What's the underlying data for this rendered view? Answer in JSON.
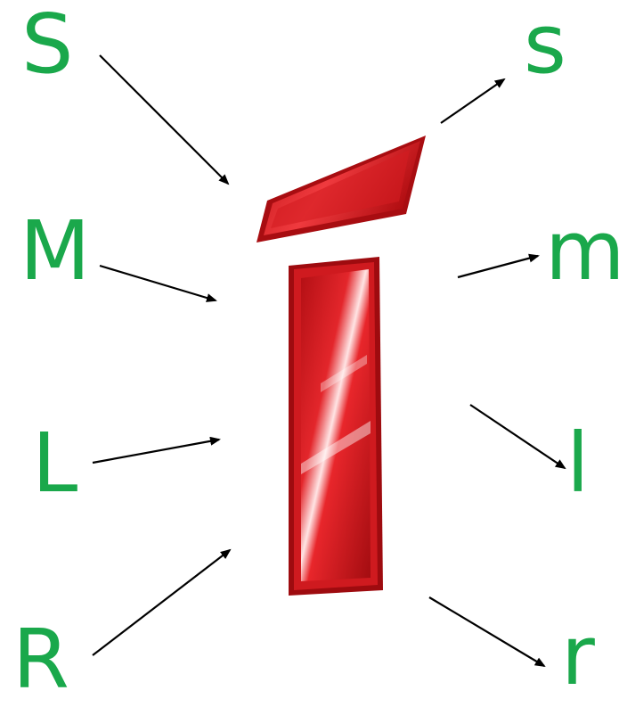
{
  "labels": {
    "left": [
      "S",
      "M",
      "L",
      "R"
    ],
    "right": [
      "s",
      "m",
      "l",
      "r"
    ]
  },
  "colors": {
    "label": "#1aa84b",
    "glyph": "#d61a1f",
    "arrow": "#000000"
  },
  "glyph_icon": "red-accented-i-icon"
}
